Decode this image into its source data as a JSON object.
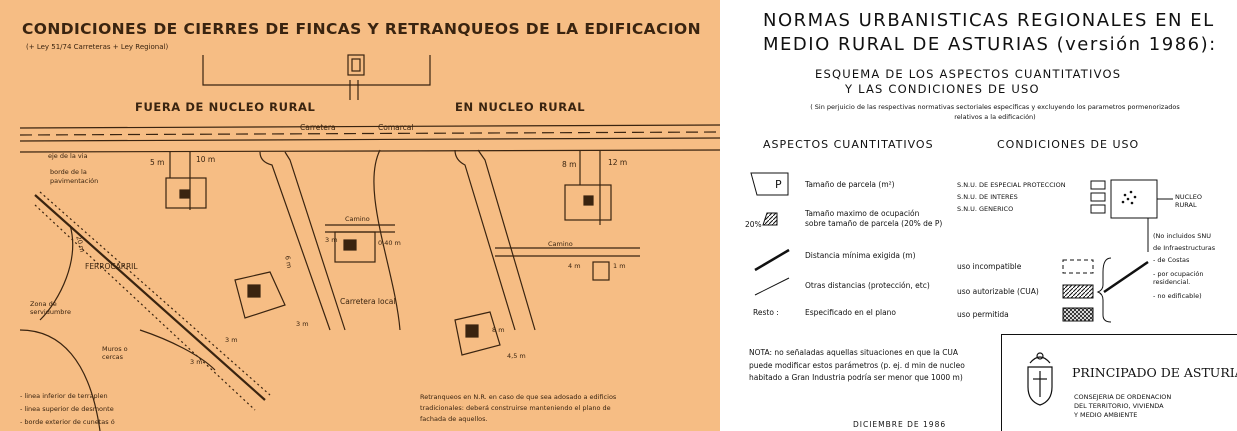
{
  "left_panel": {
    "title": "CONDICIONES DE CIERRES DE FINCAS Y RETRANQUEOS DE LA EDIFICACION",
    "subtitle": "(+ Ley 51/74 Carreteras + Ley Regional)",
    "fuera": "FUERA DE NUCLEO RURAL",
    "en": "EN NUCLEO RURAL",
    "carretera": "Carretera",
    "comarcal": "Comarcal",
    "eje": "eje de la via",
    "borde": "borde de la pavimentación",
    "d5": "5 m",
    "d10": "10 m",
    "d8": "8 m",
    "d12": "12 m",
    "camino1": "Camino",
    "d3": "3 m",
    "d040": "0,40 m",
    "camino2": "Camino",
    "d4": "4 m",
    "d1": "1 m",
    "ferrocarril": "FERROCARRIL",
    "d20": "20 m",
    "d5b": "5 m",
    "zona": "Zona de servidumbre",
    "carretera_local": "Carretera local",
    "d6": "6 m",
    "d3b": "3 m",
    "d8b": "8 m",
    "d45": "4,5 m",
    "muros": "Muros o cercas",
    "d3c": "3 m",
    "d3d": "3 m",
    "linea1": "- linea inferior de terraplen",
    "linea2": "- linea superior de desmonte",
    "linea3": "- borde exterior de cunetas ó",
    "retranq": "Retranqueos en N.R. en caso de que sea adosado a edificios tradicionales: deberá construirse manteniendo el plano de fachada de aquellos."
  },
  "right_panel": {
    "title_line1": "NORMAS URBANISTICAS REGIONALES EN EL",
    "title_line2": "MEDIO RURAL DE ASTURIAS (versión 1986):",
    "subtitle_line1": "ESQUEMA DE LOS ASPECTOS CUANTITATIVOS",
    "subtitle_line2": "Y LAS CONDICIONES DE USO",
    "note": "( Sin perjuicio de las respectivas normativas sectoriales específicas y excluyendo los parametros pormenorizados relativos a la edificación)",
    "aspectos_heading": "ASPECTOS CUANTITATIVOS",
    "condiciones_heading": "CONDICIONES DE USO",
    "legend": {
      "p_symbol": "P",
      "p_label": "Tamaño de parcela (m²)",
      "occ_pct": "20%",
      "occ_label1": "Tamaño maximo de ocupación",
      "occ_label2": "sobre tamaño de parcela (20% de P)",
      "dist_min": "Distancia mínima exigida (m)",
      "otras": "Otras distancias (protección, etc)",
      "resto": "Resto :",
      "resto_label": "Especificado en el plano"
    },
    "uso": {
      "snu_especial": "S.N.U. DE ESPECIAL PROTECCION",
      "snu_interes": "S.N.U. DE INTERES",
      "snu_generico": "S.N.U. GENERICO",
      "nucleo_rural": "NUCLEO RURAL",
      "no_incluidos": "(No incluidos SNU",
      "infra": "de Infraestructuras",
      "costas": "- de Costas",
      "ocupacion": "- por ocupación residencial.",
      "no_edif": "- no edificable)",
      "incompatible": "uso incompatible",
      "autorizable": "uso autorizable (CUA)",
      "permitida": "uso permitida"
    },
    "nota": "NOTA: no señaladas aquellas situaciones en que la CUA puede modificar estos parámetros (p. ej. d min de nucleo habitado a Gran Industria podría ser menor que 1000 m)",
    "fecha": "DICIEMBRE DE 1986",
    "logo": {
      "name": "PRINCIPADO DE ASTURIAS",
      "line1": "CONSEJERIA DE ORDENACION",
      "line2": "DEL TERRITORIO, VIVIENDA",
      "line3": "Y MEDIO AMBIENTE"
    }
  },
  "colors": {
    "left_bg": "#f6bd84",
    "ink": "#3a2410",
    "right_bg": "#ffffff"
  }
}
